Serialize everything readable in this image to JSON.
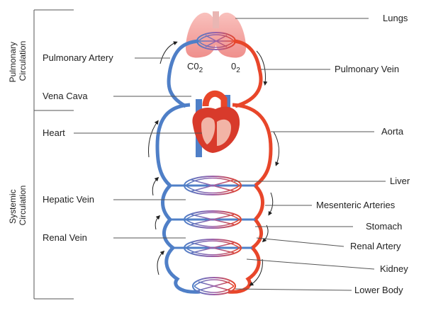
{
  "sections": {
    "pulmonary": [
      "Pulmonary",
      "Circulation"
    ],
    "systemic": [
      "Systemic",
      "Circulation"
    ]
  },
  "gas": {
    "co2_main": "C0",
    "co2_sub": "2",
    "o2_main": "0",
    "o2_sub": "2"
  },
  "left_labels": {
    "pulmonary_artery": "Pulmonary Artery",
    "vena_cava": "Vena Cava",
    "heart": "Heart",
    "hepatic_vein": "Hepatic Vein",
    "renal_vein": "Renal Vein"
  },
  "right_labels": {
    "lungs": "Lungs",
    "pulmonary_vein": "Pulmonary Vein",
    "aorta": "Aorta",
    "liver": "Liver",
    "mesenteric_arteries": "Mesenteric Arteries",
    "stomach": "Stomach",
    "renal_artery": "Renal Artery",
    "kidney": "Kidney",
    "lower_body": "Lower Body"
  },
  "colors": {
    "deoxygenated": "#4f7fc7",
    "oxygenated": "#e8462a",
    "lung_pink": "#f5a9a6",
    "heart_red": "#d83a2b",
    "line": "#555555"
  }
}
